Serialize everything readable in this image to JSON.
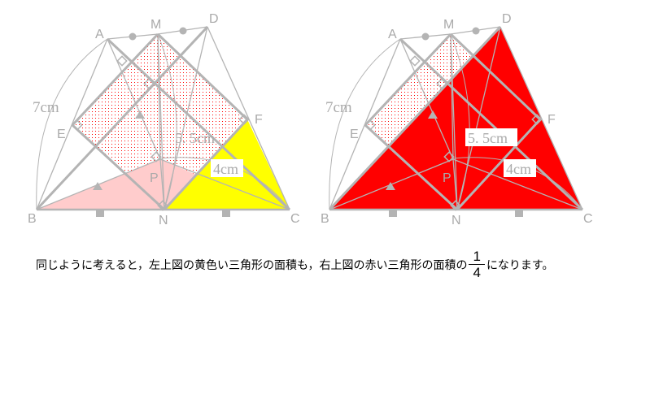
{
  "figures": [
    {
      "id": "left",
      "highlight": "yellow-triangle",
      "colors": {
        "highlight": "#ffff00",
        "pink": "#ffcccc",
        "line": "#b4b4b4",
        "dots": "#ff0000"
      },
      "points": {
        "A": "A",
        "M": "M",
        "D": "D",
        "E": "E",
        "F": "F",
        "B": "B",
        "N": "N",
        "C": "C",
        "P": "P"
      },
      "lengths": {
        "AB": "7cm",
        "PD": "5. 5cm",
        "PC": "4cm"
      }
    },
    {
      "id": "right",
      "highlight": "red-triangle",
      "colors": {
        "highlight": "#ff0000",
        "line": "#b4b4b4",
        "dots": "#ff0000"
      },
      "points": {
        "A": "A",
        "M": "M",
        "D": "D",
        "E": "E",
        "F": "F",
        "B": "B",
        "N": "N",
        "C": "C",
        "P": "P"
      },
      "lengths": {
        "AB": "7cm",
        "PD": "5. 5cm",
        "PC": "4cm"
      }
    }
  ],
  "caption": {
    "before": "同じように考えると，左上図の黄色い三角形の面積も，右上図の赤い三角形の面積の",
    "numerator": "1",
    "denominator": "4",
    "after": "になります。"
  }
}
